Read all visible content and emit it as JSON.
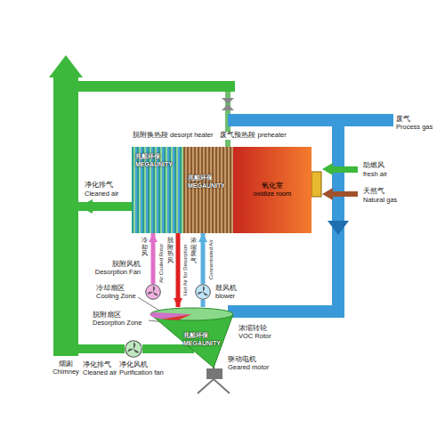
{
  "diagram": {
    "nodes": [
      {
        "text": [
          "脱附换热段 desorpt heater"
        ]
      },
      {
        "text": [
          "废气预热段 preheater"
        ]
      },
      {
        "text": [
          "氧化室",
          "oxidize room"
        ]
      },
      {
        "text": [
          "鼓风机",
          "blower"
        ]
      },
      {
        "text": [
          "脱附风机",
          "Desorption Fan"
        ]
      },
      {
        "text": [
          "浓缩转轮",
          "VOC Rotor"
        ]
      },
      {
        "text": [
          "净化风机",
          "Purification fan"
        ]
      },
      {
        "text": [
          "烟囱",
          "Chimney"
        ]
      }
    ],
    "edges": [
      {
        "from": 4,
        "to": 0,
        "arrow": "to"
      },
      {
        "from": 0,
        "to": 5,
        "arrow": "to"
      },
      {
        "from": 5,
        "to": 3,
        "arrow": "none"
      },
      {
        "from": 3,
        "to": 1,
        "arrow": "to"
      },
      {
        "from": 5,
        "to": 6,
        "arrow": "none"
      },
      {
        "from": 6,
        "to": 7,
        "arrow": "none"
      },
      {
        "from": 0,
        "to": 7,
        "arrow": "to"
      }
    ],
    "labels": [
      "废气",
      "Process gas",
      "助燃风",
      "fresh air",
      "天然气",
      "Natural gas",
      "净化排气",
      "Cleaned air",
      "冷却风",
      "Air Cooled Rotor",
      "脱附热风",
      "Hot Air for Desorption",
      "浓缩废气",
      "Concentrated Air",
      "冷却扇区",
      "Cooling Zone",
      "脱附扇区",
      "Desorption Zone",
      "驱动电机",
      "Geared motor",
      "净化排气",
      "Cleaned air",
      "兆船环保",
      "MEGAUNITY",
      "兆船环保",
      "MEGAUNITY",
      "兆船环保",
      "MEGAUNITY"
    ]
  }
}
